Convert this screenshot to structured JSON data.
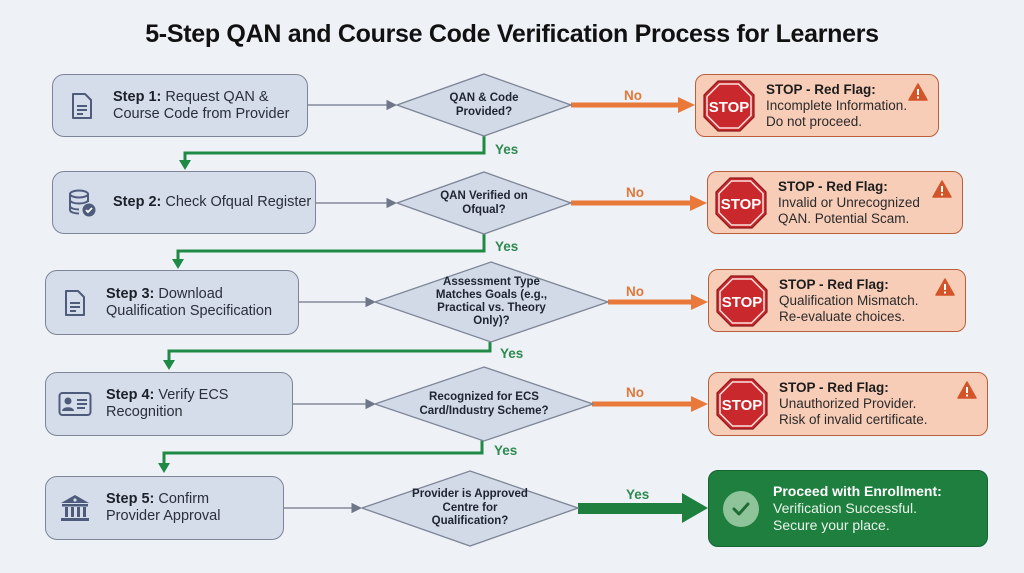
{
  "title": "5-Step QAN and Course Code Verification Process for Learners",
  "colors": {
    "step_fill": "#d5dcea",
    "decision_fill": "#d2d9e7",
    "no_arrow": "#e8793a",
    "yes_arrow": "#1f8a45",
    "stop_fill": "#f8cdb8",
    "stop_sign": "#c9282c",
    "proceed_fill": "#1f7f3f"
  },
  "steps": [
    {
      "label": "Step 1:",
      "text_line1": "Request QAN &",
      "text_line2": "Course Code from Provider",
      "icon": "document-icon"
    },
    {
      "label": "Step 2:",
      "text_line1": "Check Ofqual Register",
      "text_line2": "",
      "icon": "database-check-icon"
    },
    {
      "label": "Step 3:",
      "text_line1": "Download",
      "text_line2": "Qualification Specification",
      "icon": "document-icon"
    },
    {
      "label": "Step 4:",
      "text_line1": "Verify ECS",
      "text_line2": "Recognition",
      "icon": "id-card-icon"
    },
    {
      "label": "Step 5:",
      "text_line1": "Confirm",
      "text_line2": "Provider Approval",
      "icon": "bank-building-icon"
    }
  ],
  "decisions": [
    {
      "lines": [
        "QAN & Code",
        "Provided?"
      ],
      "no_label": "No",
      "yes_label": "Yes"
    },
    {
      "lines": [
        "QAN Verified on",
        "Ofqual?"
      ],
      "no_label": "No",
      "yes_label": "Yes"
    },
    {
      "lines": [
        "Assessment Type",
        "Matches Goals (e.g.,",
        "Practical vs. Theory",
        "Only)?"
      ],
      "no_label": "No",
      "yes_label": "Yes"
    },
    {
      "lines": [
        "Recognized for ECS",
        "Card/Industry Scheme?"
      ],
      "no_label": "No",
      "yes_label": "Yes"
    },
    {
      "lines": [
        "Provider is Approved",
        "Centre for",
        "Qualification?"
      ],
      "yes_label": "Yes"
    }
  ],
  "stops": [
    {
      "sign": "STOP",
      "heading": "STOP - Red Flag:",
      "line1": "Incomplete Information.",
      "line2": "Do not proceed."
    },
    {
      "sign": "STOP",
      "heading": "STOP - Red Flag:",
      "line1": "Invalid or Unrecognized",
      "line2": "QAN. Potential Scam."
    },
    {
      "sign": "STOP",
      "heading": "STOP - Red Flag:",
      "line1": "Qualification Mismatch.",
      "line2": "Re-evaluate choices."
    },
    {
      "sign": "STOP",
      "heading": "STOP - Red Flag:",
      "line1": "Unauthorized Provider.",
      "line2": "Risk of invalid certificate."
    }
  ],
  "proceed": {
    "heading": "Proceed with Enrollment:",
    "line1": "Verification Successful.",
    "line2": "Secure your place."
  }
}
